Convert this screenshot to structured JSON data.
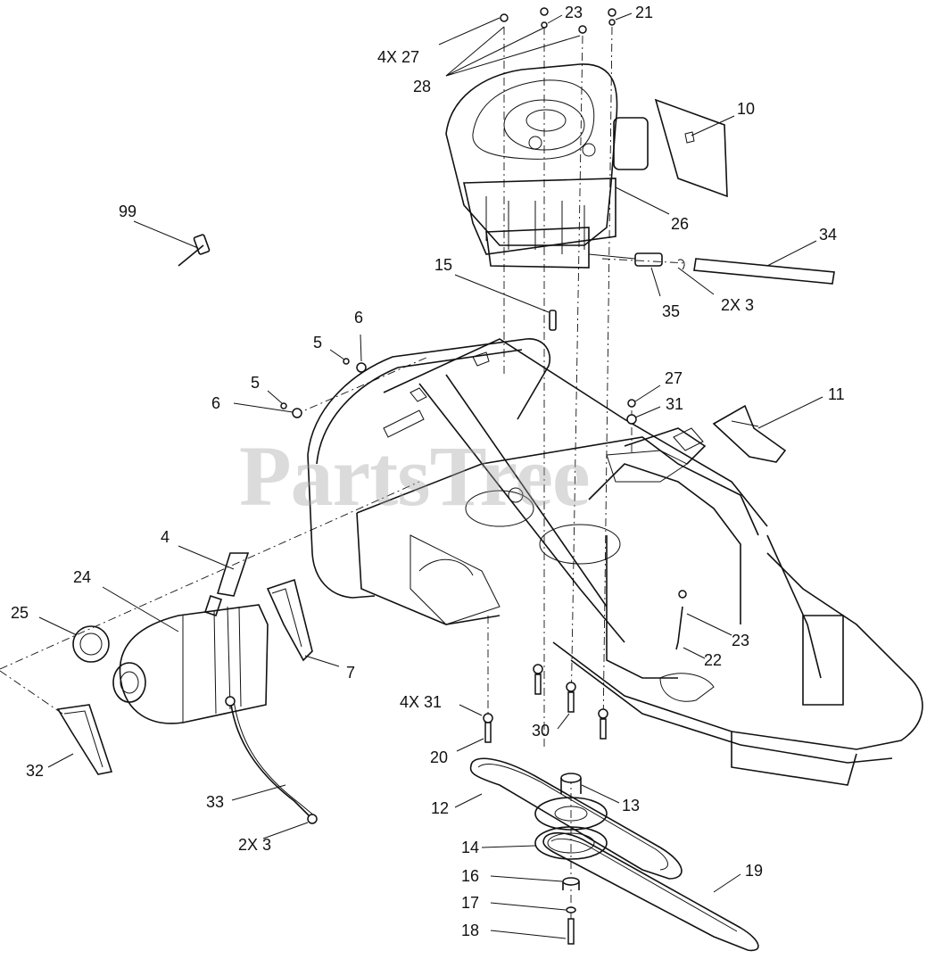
{
  "watermark": "PartsTree",
  "callouts": {
    "c99": "99",
    "c27a": "4X 27",
    "c28": "28",
    "c23a": "23",
    "c21": "21",
    "c10": "10",
    "c26": "26",
    "c34": "34",
    "c15": "15",
    "c35": "35",
    "c3a": "2X 3",
    "c6a": "6",
    "c5a": "5",
    "c5b": "5",
    "c6b": "6",
    "c27b": "27",
    "c31a": "31",
    "c11": "11",
    "c4": "4",
    "c24": "24",
    "c25": "25",
    "c7": "7",
    "c23b": "23",
    "c22": "22",
    "c31b": "4X 31",
    "c30": "30",
    "c20": "20",
    "c32": "32",
    "c12": "12",
    "c13": "13",
    "c33": "33",
    "c14": "14",
    "c3b": "2X 3",
    "c16": "16",
    "c19": "19",
    "c17": "17",
    "c18": "18"
  }
}
